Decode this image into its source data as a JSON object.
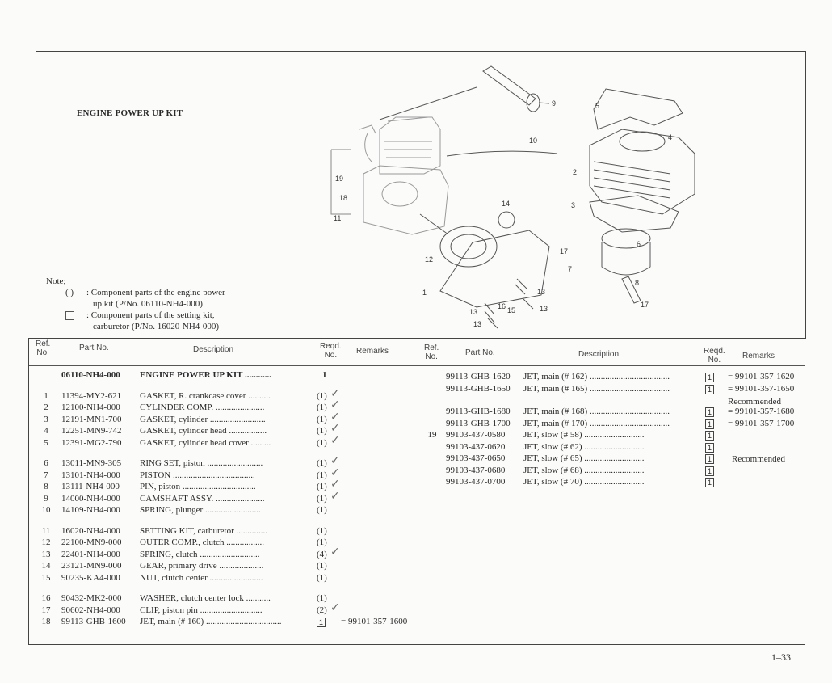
{
  "title": "ENGINE POWER UP KIT",
  "note": {
    "heading": "Note;",
    "items": [
      {
        "symbol": "( )",
        "text": ": Component parts of the engine power",
        "text2": "up kit (P/No. 06110-NH4-000)"
      },
      {
        "symbol": "box",
        "text": ": Component parts of the setting kit,",
        "text2": "carburetor (P/No. 16020-NH4-000)"
      }
    ]
  },
  "diagram_callouts": [
    "9",
    "10",
    "5",
    "4",
    "2",
    "3",
    "6",
    "17",
    "7",
    "8",
    "17",
    "14",
    "12",
    "1",
    "13",
    "13",
    "13",
    "13",
    "16",
    "15",
    "19",
    "18",
    "11"
  ],
  "headers": {
    "ref": "Ref.",
    "ref2": "No.",
    "part": "Part No.",
    "desc": "Description",
    "reqd": "Reqd.",
    "reqd2": "No.",
    "remarks": "Remarks"
  },
  "left_groups": [
    [
      {
        "ref": "",
        "part": "06110-NH4-000",
        "desc": "ENGINE POWER UP KIT ............",
        "qty": "1",
        "boxed": false,
        "checked": false,
        "remarks": "",
        "kit": true
      }
    ],
    [
      {
        "ref": "1",
        "part": "11394-MY2-621",
        "desc": "GASKET, R. crankcase cover ..........",
        "qty": "(1)",
        "boxed": false,
        "checked": true,
        "remarks": ""
      },
      {
        "ref": "2",
        "part": "12100-NH4-000",
        "desc": "CYLINDER COMP. ......................",
        "qty": "(1)",
        "boxed": false,
        "checked": true,
        "remarks": ""
      },
      {
        "ref": "3",
        "part": "12191-MN1-700",
        "desc": "GASKET, cylinder .........................",
        "qty": "(1)",
        "boxed": false,
        "checked": true,
        "remarks": ""
      },
      {
        "ref": "4",
        "part": "12251-MN9-742",
        "desc": "GASKET, cylinder head .................",
        "qty": "(1)",
        "boxed": false,
        "checked": true,
        "remarks": ""
      },
      {
        "ref": "5",
        "part": "12391-MG2-790",
        "desc": "GASKET, cylinder head cover .........",
        "qty": "(1)",
        "boxed": false,
        "checked": true,
        "remarks": ""
      }
    ],
    [
      {
        "ref": "6",
        "part": "13011-MN9-305",
        "desc": "RING SET, piston .........................",
        "qty": "(1)",
        "boxed": false,
        "checked": true,
        "remarks": ""
      },
      {
        "ref": "7",
        "part": "13101-NH4-000",
        "desc": "PISTON .....................................",
        "qty": "(1)",
        "boxed": false,
        "checked": true,
        "remarks": ""
      },
      {
        "ref": "8",
        "part": "13111-NH4-000",
        "desc": "PIN, piston .................................",
        "qty": "(1)",
        "boxed": false,
        "checked": true,
        "remarks": ""
      },
      {
        "ref": "9",
        "part": "14000-NH4-000",
        "desc": "CAMSHAFT ASSY. ......................",
        "qty": "(1)",
        "boxed": false,
        "checked": true,
        "remarks": ""
      },
      {
        "ref": "10",
        "part": "14109-NH4-000",
        "desc": "SPRING, plunger .........................",
        "qty": "(1)",
        "boxed": false,
        "checked": false,
        "remarks": ""
      }
    ],
    [
      {
        "ref": "11",
        "part": "16020-NH4-000",
        "desc": "SETTING KIT, carburetor ..............",
        "qty": "(1)",
        "boxed": false,
        "checked": false,
        "remarks": ""
      },
      {
        "ref": "12",
        "part": "22100-MN9-000",
        "desc": "OUTER COMP., clutch .................",
        "qty": "(1)",
        "boxed": false,
        "checked": false,
        "remarks": ""
      },
      {
        "ref": "13",
        "part": "22401-NH4-000",
        "desc": "SPRING, clutch ...........................",
        "qty": "(4)",
        "boxed": false,
        "checked": true,
        "remarks": ""
      },
      {
        "ref": "14",
        "part": "23121-MN9-000",
        "desc": "GEAR, primary drive ....................",
        "qty": "(1)",
        "boxed": false,
        "checked": false,
        "remarks": ""
      },
      {
        "ref": "15",
        "part": "90235-KA4-000",
        "desc": "NUT, clutch center ........................",
        "qty": "(1)",
        "boxed": false,
        "checked": false,
        "remarks": ""
      }
    ],
    [
      {
        "ref": "16",
        "part": "90432-MK2-000",
        "desc": "WASHER, clutch center lock ...........",
        "qty": "(1)",
        "boxed": false,
        "checked": false,
        "remarks": ""
      },
      {
        "ref": "17",
        "part": "90602-NH4-000",
        "desc": "CLIP, piston pin ............................",
        "qty": "(2)",
        "boxed": false,
        "checked": true,
        "remarks": ""
      },
      {
        "ref": "18",
        "part": "99113-GHB-1600",
        "desc": "JET, main (# 160) ..................................",
        "qty": "1",
        "boxed": true,
        "checked": false,
        "remarks": "= 99101-357-1600"
      }
    ]
  ],
  "right_groups": [
    [
      {
        "ref": "",
        "part": "99113-GHB-1620",
        "desc": "JET, main (# 162) ....................................",
        "qty": "1",
        "boxed": true,
        "remarks": "= 99101-357-1620"
      },
      {
        "ref": "",
        "part": "99113-GHB-1650",
        "desc": "JET, main (# 165) ....................................",
        "qty": "1",
        "boxed": true,
        "remarks": "= 99101-357-1650"
      }
    ],
    [
      {
        "ref": "",
        "part": "99113-GHB-1680",
        "desc": "JET, main (# 168) ....................................",
        "qty": "1",
        "boxed": true,
        "remarks": "= 99101-357-1680"
      },
      {
        "ref": "",
        "part": "99113-GHB-1700",
        "desc": "JET, main (# 170) ....................................",
        "qty": "1",
        "boxed": true,
        "remarks": "= 99101-357-1700"
      },
      {
        "ref": "19",
        "part": "99103-437-0580",
        "desc": "JET, slow (# 58) ...........................",
        "qty": "1",
        "boxed": true,
        "remarks": ""
      },
      {
        "ref": "",
        "part": "99103-437-0620",
        "desc": "JET, slow (# 62) ...........................",
        "qty": "1",
        "boxed": true,
        "remarks": ""
      },
      {
        "ref": "",
        "part": "99103-437-0650",
        "desc": "JET, slow (# 65) ...........................",
        "qty": "1",
        "boxed": true,
        "remarks": ""
      },
      {
        "ref": "",
        "part": "99103-437-0680",
        "desc": "JET, slow (# 68) ...........................",
        "qty": "1",
        "boxed": true,
        "remarks": ""
      },
      {
        "ref": "",
        "part": "99103-437-0700",
        "desc": "JET, slow (# 70) ...........................",
        "qty": "1",
        "boxed": true,
        "remarks": ""
      }
    ]
  ],
  "recommended_main": "Recommended",
  "recommended_slow": "Recommended",
  "page_number": "1–33"
}
